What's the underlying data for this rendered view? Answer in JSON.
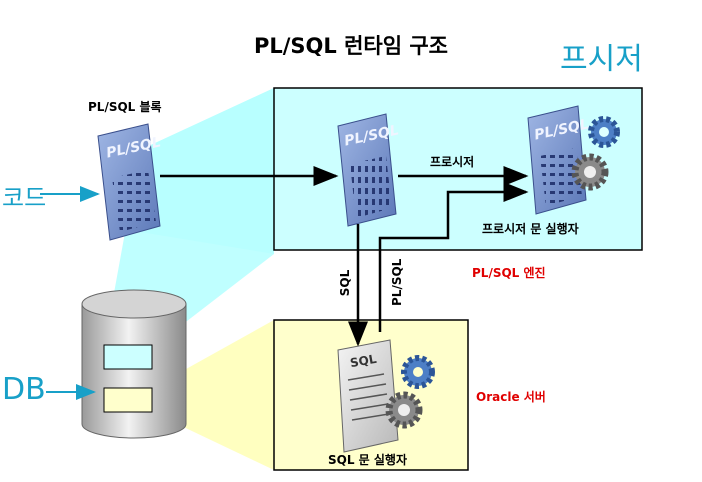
{
  "title": "PL/SQL 런타임 구조",
  "labels": {
    "plsql_block": "PL/SQL 블록",
    "procedure": "프로시저",
    "procedure_executor": "프로시저 문 실행자",
    "plsql_engine": "PL/SQL 엔진",
    "oracle_server": "Oracle 서버",
    "sql_executor": "SQL 문 실행자",
    "sql_arrow": "SQL",
    "plsql_arrow": "PL/SQL"
  },
  "document_labels": {
    "plsql": "PL/SQL",
    "sql": "SQL"
  },
  "handwritten": {
    "code": "코드",
    "db": "DB",
    "procedure": "프시저"
  },
  "colors": {
    "engine_box": "#ccffff",
    "server_box": "#ffffcc",
    "cyan_beam": "#b8ffff",
    "yellow_beam": "#ffffc0",
    "document_blue": "#7f9bd4",
    "handwriting": "#18a0c8",
    "red_label": "#e00000"
  }
}
